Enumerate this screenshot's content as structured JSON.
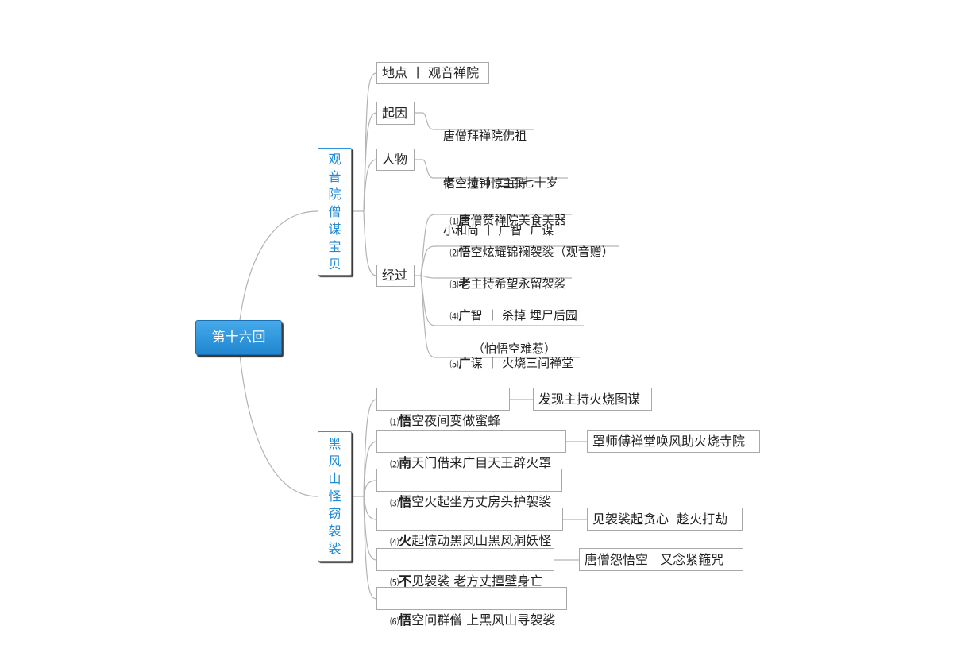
{
  "root": {
    "label": "第十六回"
  },
  "branch_temple": {
    "label": "观音院僧谋宝贝",
    "location": "地点 丨 观音禅院",
    "cause": {
      "label": "起因",
      "lines": [
        "唐僧拜禅院佛祖",
        "悟空撞钟惊主持"
      ]
    },
    "people": {
      "label": "人物",
      "lines": [
        "老主持 丨 二百七十岁",
        "小和尚 丨 广智  广谋"
      ]
    },
    "process": {
      "label": "经过",
      "items": [
        {
          "num": "⑴",
          "text": "唐僧赞禅院美食美器"
        },
        {
          "num": "⑵",
          "text": "悟空炫耀锦襕袈裟（观音赠）"
        },
        {
          "num": "⑶",
          "text": "老主持希望永留袈裟"
        },
        {
          "num": "⑷",
          "text": "广智 丨 杀掉 埋尸后园",
          "note": "（怕悟空难惹）"
        },
        {
          "num": "⑸",
          "text": "广谋 丨 火烧三间禅堂"
        }
      ]
    }
  },
  "branch_cave": {
    "label": "黑风山怪窃袈裟",
    "items": [
      {
        "num": "⑴",
        "text": "悟空夜间变做蜜蜂",
        "detail": "发现主持火烧图谋"
      },
      {
        "num": "⑵",
        "text": "南天门借来广目天王辟火罩",
        "detail": "罩师傅禅堂唤风助火烧寺院"
      },
      {
        "num": "⑶",
        "text": "悟空火起坐方丈房头护袈裟"
      },
      {
        "num": "⑷",
        "text": "火起惊动黑风山黑风洞妖怪",
        "detail": "见袈裟起贪心  趁火打劫"
      },
      {
        "num": "⑸",
        "text": "不见袈裟 老方丈撞壁身亡",
        "detail": "唐僧怨悟空   又念紧箍咒"
      },
      {
        "num": "⑹",
        "text": "悟空问群僧 上黑风山寻袈裟"
      }
    ]
  },
  "colors": {
    "root_fill": "#2a92da",
    "branch_border": "#2e93dc",
    "branch_text": "#1f8ad6",
    "connector": "#b3b3b3"
  }
}
